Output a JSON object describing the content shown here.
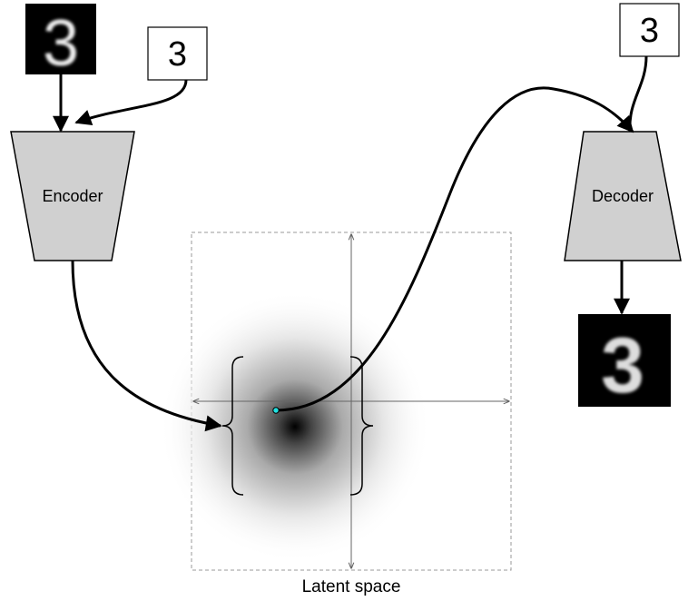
{
  "input_label": "3",
  "decoder_condition_label": "3",
  "encoder": {
    "label": "Encoder"
  },
  "decoder": {
    "label": "Decoder"
  },
  "latent": {
    "caption": "Latent space"
  },
  "input_digit": "3",
  "output_digit": "3",
  "colors": {
    "block_fill": "#d0d0d0",
    "sample_point": "#22e0e0",
    "image_bg": "#000000"
  }
}
